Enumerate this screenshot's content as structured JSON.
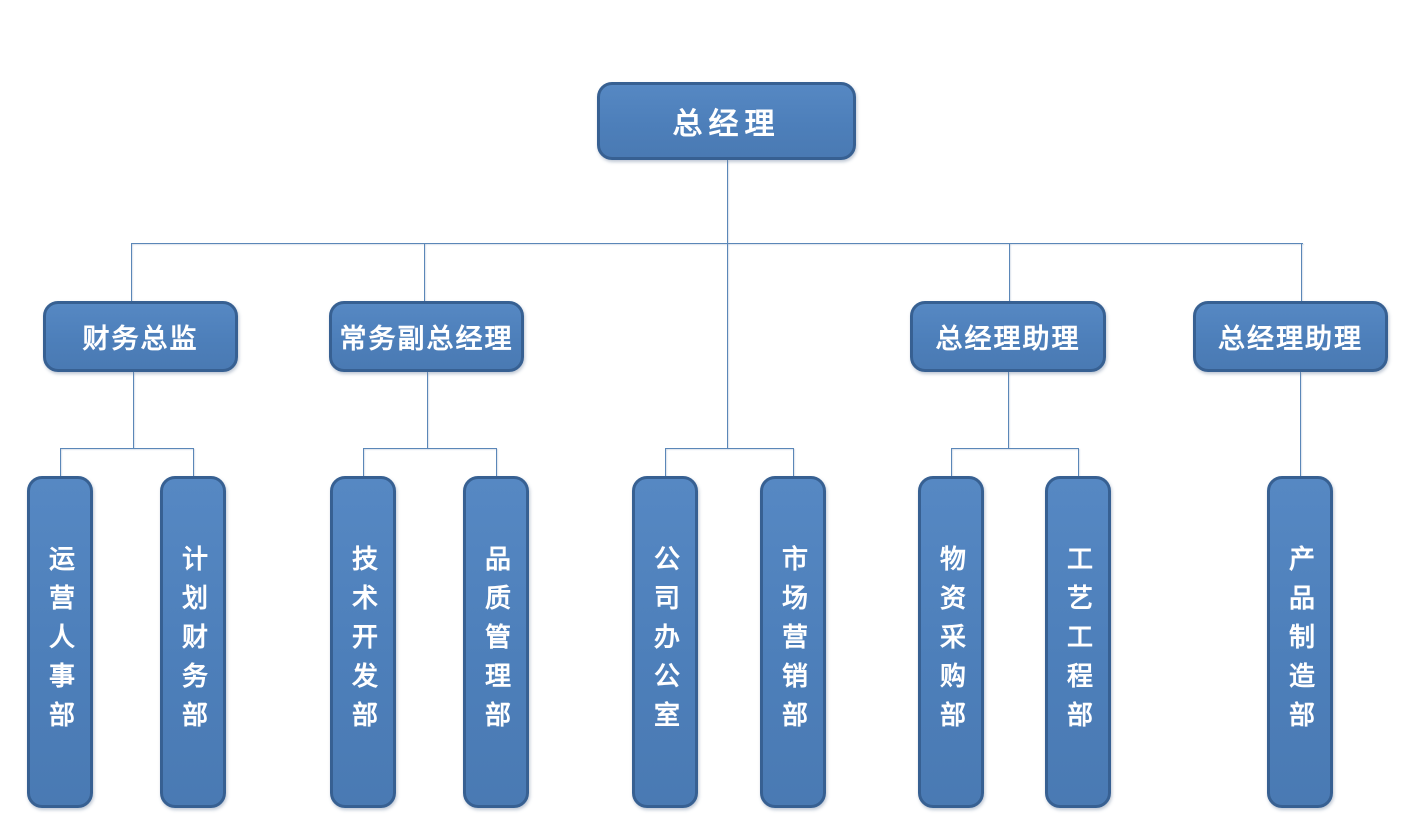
{
  "colors": {
    "node_fill": "#4f81bd",
    "node_border": "#376092",
    "connector": "#5b87b8",
    "text": "#ffffff"
  },
  "org": {
    "root": {
      "label": "总经理"
    },
    "level2": [
      {
        "label": "财务总监"
      },
      {
        "label": "常务副总经理"
      },
      {
        "label": "总经理助理"
      },
      {
        "label": "总经理助理"
      }
    ],
    "departments": [
      {
        "label": "运营人事部"
      },
      {
        "label": "计划财务部"
      },
      {
        "label": "技术开发部"
      },
      {
        "label": "品质管理部"
      },
      {
        "label": "公司办公室"
      },
      {
        "label": "市场营销部"
      },
      {
        "label": "物资采购部"
      },
      {
        "label": "工艺工程部"
      },
      {
        "label": "产品制造部"
      }
    ]
  }
}
